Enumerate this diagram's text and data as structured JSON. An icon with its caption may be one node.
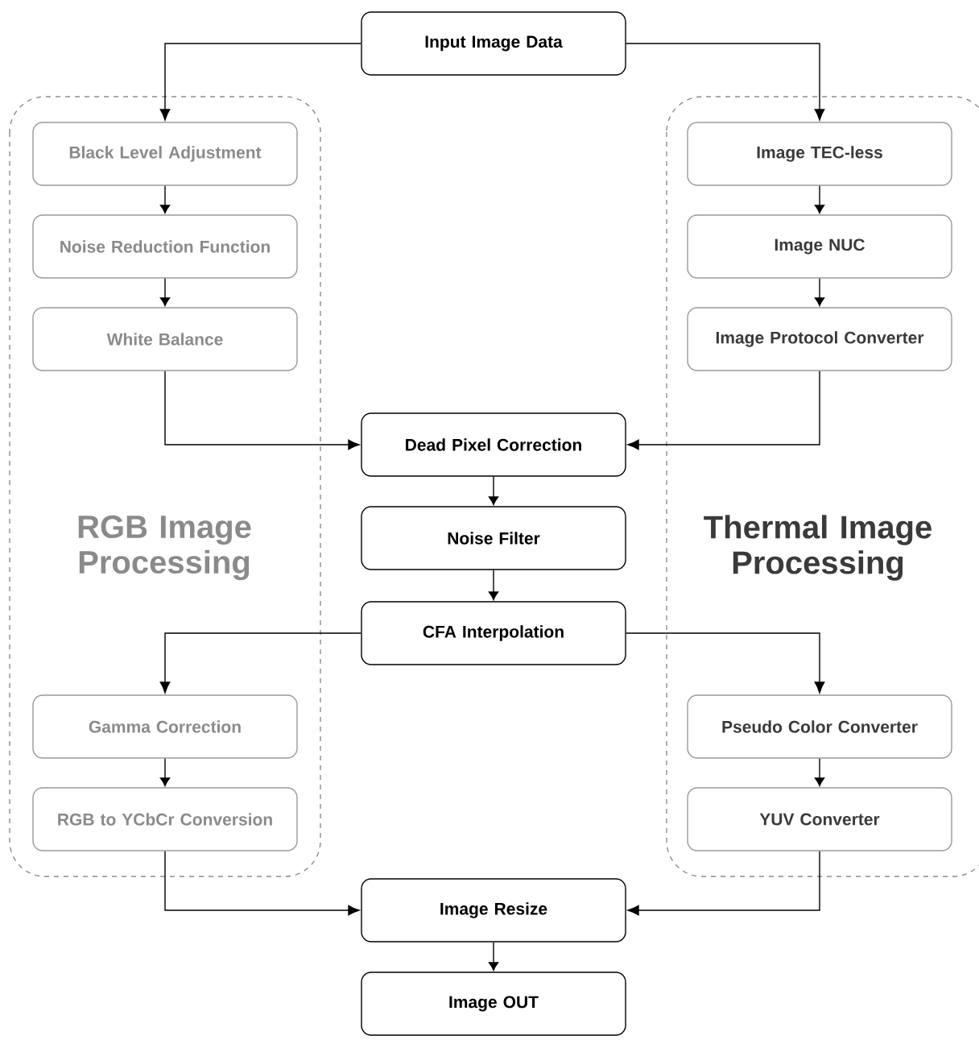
{
  "diagram": {
    "nodes": [
      {
        "text": [
          "RGB Image Processing"
        ]
      },
      {
        "text": [
          "Thermal Image Processing"
        ]
      },
      {
        "text": [
          "Input Image Data"
        ]
      },
      {
        "text": [
          "Black Level Adjustment"
        ],
        "in": 0
      },
      {
        "text": [
          "Noise Reduction Function"
        ],
        "in": 0
      },
      {
        "text": [
          "White Balance"
        ],
        "in": 0
      },
      {
        "text": [
          "Image TEC-less"
        ],
        "in": 1
      },
      {
        "text": [
          "Image NUC"
        ],
        "in": 1
      },
      {
        "text": [
          "Image Protocol Converter"
        ],
        "in": 1
      },
      {
        "text": [
          "Dead Pixel Correction"
        ]
      },
      {
        "text": [
          "Noise Filter"
        ]
      },
      {
        "text": [
          "CFA Interpolation"
        ]
      },
      {
        "text": [
          "Gamma Correction"
        ],
        "in": 0
      },
      {
        "text": [
          "RGB to YCbCr Conversion"
        ],
        "in": 0
      },
      {
        "text": [
          "Pseudo Color Converter"
        ],
        "in": 1
      },
      {
        "text": [
          "YUV Converter"
        ],
        "in": 1
      },
      {
        "text": [
          "Image Resize"
        ]
      },
      {
        "text": [
          "Image OUT"
        ]
      }
    ],
    "edges": [
      {
        "from": 2,
        "to": 3,
        "arrow": "to"
      },
      {
        "from": 2,
        "to": 6,
        "arrow": "to"
      },
      {
        "from": 3,
        "to": 4,
        "arrow": "to"
      },
      {
        "from": 4,
        "to": 5,
        "arrow": "to"
      },
      {
        "from": 6,
        "to": 7,
        "arrow": "to"
      },
      {
        "from": 7,
        "to": 8,
        "arrow": "to"
      },
      {
        "from": 5,
        "to": 9,
        "arrow": "to"
      },
      {
        "from": 8,
        "to": 9,
        "arrow": "to"
      },
      {
        "from": 9,
        "to": 10,
        "arrow": "to"
      },
      {
        "from": 10,
        "to": 11,
        "arrow": "to"
      },
      {
        "from": 11,
        "to": 12,
        "arrow": "to"
      },
      {
        "from": 11,
        "to": 14,
        "arrow": "to"
      },
      {
        "from": 12,
        "to": 13,
        "arrow": "to"
      },
      {
        "from": 14,
        "to": 15,
        "arrow": "to"
      },
      {
        "from": 13,
        "to": 16,
        "arrow": "to"
      },
      {
        "from": 15,
        "to": 16,
        "arrow": "to"
      },
      {
        "from": 16,
        "to": 17,
        "arrow": "to"
      }
    ]
  }
}
